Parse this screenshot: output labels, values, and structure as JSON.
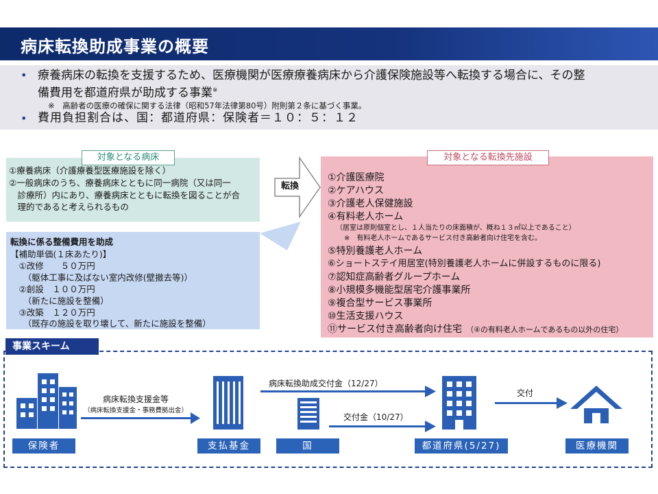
{
  "title": "病床転換助成事業の概要",
  "summary": {
    "bullet1_line1": "療養病床の転換を支援するため、医療機関が医療療養病床から介護保険施設等へ転換する場合に、その整",
    "bullet1_line2": "備費用を都道府県が助成する事業",
    "note_mark": "※",
    "note": "※　高齢者の医療の確保に関する法律（昭和57年法律第80号）附則第２条に基づく事業。",
    "bullet2": "費用負担割合は、国：都道府県：保険者＝１０：５：１２"
  },
  "target": {
    "label": "対象となる病床",
    "lines": [
      "①療養病床（介護療養型医療施設を除く）",
      "②一般病床のうち、療養病床とともに同一病院（又は同一",
      "　診療所）内にあり、療養病床とともに転換を図ることが合",
      "　理的であると考えられるもの"
    ]
  },
  "conversion_label": "転換",
  "subsidy": {
    "heading": "転換に係る整備費用を助成",
    "lines": [
      "【補助単価(１床あたり)】",
      "　①改修　　５０万円",
      "　　（躯体工事に及ばない室内改修(壁撤去等)）",
      "　②創設　１００万円",
      "　　（新たに施設を整備）",
      "　③改築　１２０万円",
      "　　（既存の施設を取り壊して、新たに施設を整備）"
    ]
  },
  "destination": {
    "label": "対象となる転換先施設",
    "items": [
      "①介護医療院",
      "②ケアハウス",
      "③介護老人保健施設",
      "④有料老人ホーム"
    ],
    "sub_notes": [
      "（居室は原則個室とし、１人当たりの床面積が、概ね１３㎡以上であること）",
      "※　有料老人ホームであるサービス付き高齢者向け住宅を含む。"
    ],
    "items2": [
      "⑤特別養護老人ホーム",
      "⑥ショートステイ用居室(特別養護老人ホームに併設するものに限る)",
      "⑦認知症高齢者グループホーム",
      "⑧小規模多機能型居宅介護事業所",
      "⑨複合型サービス事業所",
      "⑩生活支援ハウス"
    ],
    "item11": "⑪サービス付き高齢者向け住宅",
    "item11_note": "（④の有料老人ホームであるもの以外の住宅）"
  },
  "scheme": {
    "tab": "事業スキーム",
    "entities": {
      "insurer": "保険者",
      "fund": "支払基金",
      "state": "国",
      "prefecture": "都道府県(5/27)",
      "institution": "医療機関"
    },
    "flows": {
      "insurer_to_fund": "病床転換支援金等",
      "insurer_to_fund_sub": "（病床転換支援金・事務費拠出金）",
      "fund_to_pref": "病床転換助成交付金（12/27）",
      "state_to_pref": "交付金（10/27）",
      "pref_to_inst": "交付"
    }
  },
  "colors": {
    "navy": "#15337d",
    "entity_blue": "#2b63b8",
    "building_blue": "#2b5fb5",
    "mint": "#d2e8e4",
    "lightblue": "#c7d8f3",
    "pink": "#f1b9c2"
  }
}
